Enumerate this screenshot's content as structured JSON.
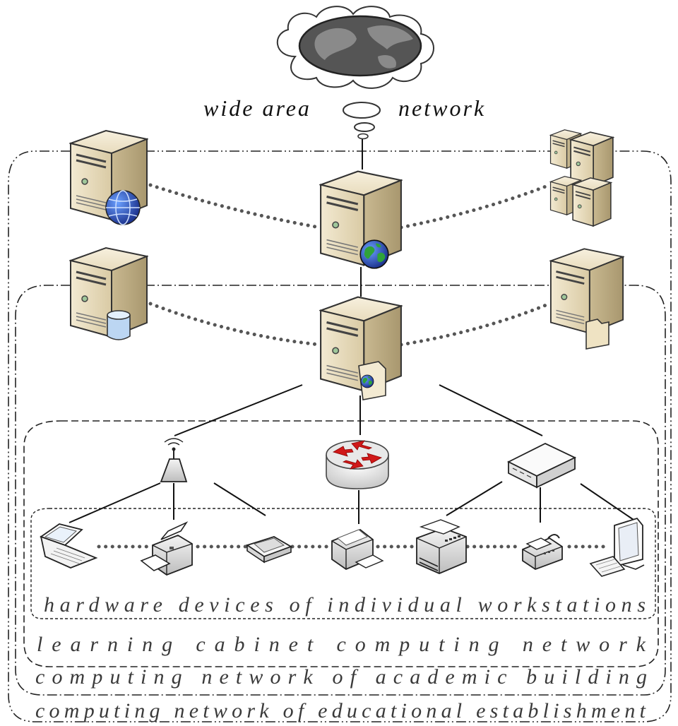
{
  "labels": {
    "wan_left": "wide area",
    "wan_right": "network",
    "workstations": "hardware devices of individual workstations",
    "cabinet": "learning cabinet computing network",
    "building": "computing network of academic building",
    "establishment": "computing network of educational establishment"
  },
  "colors": {
    "server_body": "#e6dcc0",
    "server_side": "#c8b894",
    "dots": "#555555",
    "router": "#d9d9d9",
    "router_arrows": "#d01818",
    "globe_blue": "#1e3fa0",
    "globe_green": "#2fa33a"
  },
  "icons": [
    "cloud-icon",
    "globe-icon",
    "web-server-icon",
    "main-server-icon",
    "server-cluster-icon",
    "database-server-icon",
    "building-server-icon",
    "file-server-icon",
    "wireless-access-point-icon",
    "router-icon",
    "switch-icon",
    "laptop-icon",
    "printer-icon",
    "scanner-icon",
    "multifunction-printer-icon",
    "laser-printer-icon",
    "fax-icon",
    "monitor-icon"
  ]
}
